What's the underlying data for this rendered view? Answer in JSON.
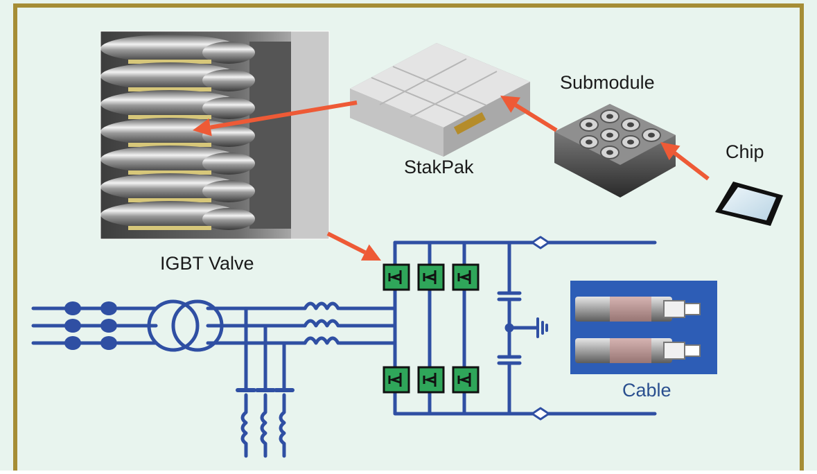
{
  "labels": {
    "submodule": "Submodule",
    "stakpak": "StakPak",
    "chip": "Chip",
    "igbt_valve": "IGBT Valve",
    "cable": "Cable"
  },
  "colors": {
    "background": "#e8f4ee",
    "frame": "#a58d35",
    "circuit": "#2f4fa3",
    "arrow": "#ee5a36",
    "igbt_fill": "#2fa65a",
    "cable_bg": "#2d5db6",
    "cable_label": "#2a4f8f"
  }
}
